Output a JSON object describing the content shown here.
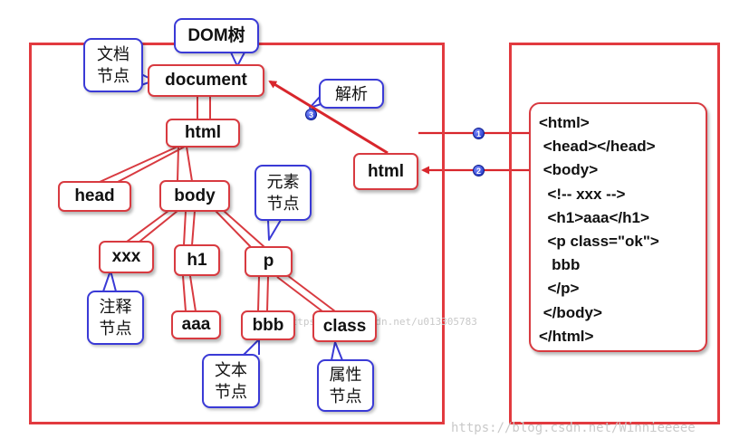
{
  "callouts": {
    "dom_tree": "DOM树",
    "document_node": [
      "文档",
      "节点"
    ],
    "element_node": [
      "元素",
      "节点"
    ],
    "comment_node": [
      "注释",
      "节点"
    ],
    "text_node": [
      "文本",
      "节点"
    ],
    "attribute_node": [
      "属性",
      "节点"
    ],
    "parse": "解析"
  },
  "tree_nodes": {
    "document": "document",
    "html": "html",
    "head": "head",
    "body": "body",
    "comment": "xxx",
    "h1": "h1",
    "p": "p",
    "h1_text": "aaa",
    "p_text": "bbb",
    "p_attr": "class",
    "server_html": "html"
  },
  "steps": [
    "1",
    "2",
    "3"
  ],
  "source_code": [
    "<html>",
    " <head></head>",
    " <body>",
    "  <!-- xxx -->",
    "  <h1>aaa</h1>",
    "  <p class=\"ok\">",
    "   bbb",
    "  </p>",
    " </body>",
    "</html>"
  ],
  "watermarks": {
    "center": "https://blog.csdn.net/u013305783",
    "corner": "https://blog.csdn.net/Winnieeeee"
  },
  "colors": {
    "red": "#e23a3f",
    "node_border": "#d83a40",
    "callout_border": "#3a3ad6",
    "badge": "#1426b8"
  }
}
